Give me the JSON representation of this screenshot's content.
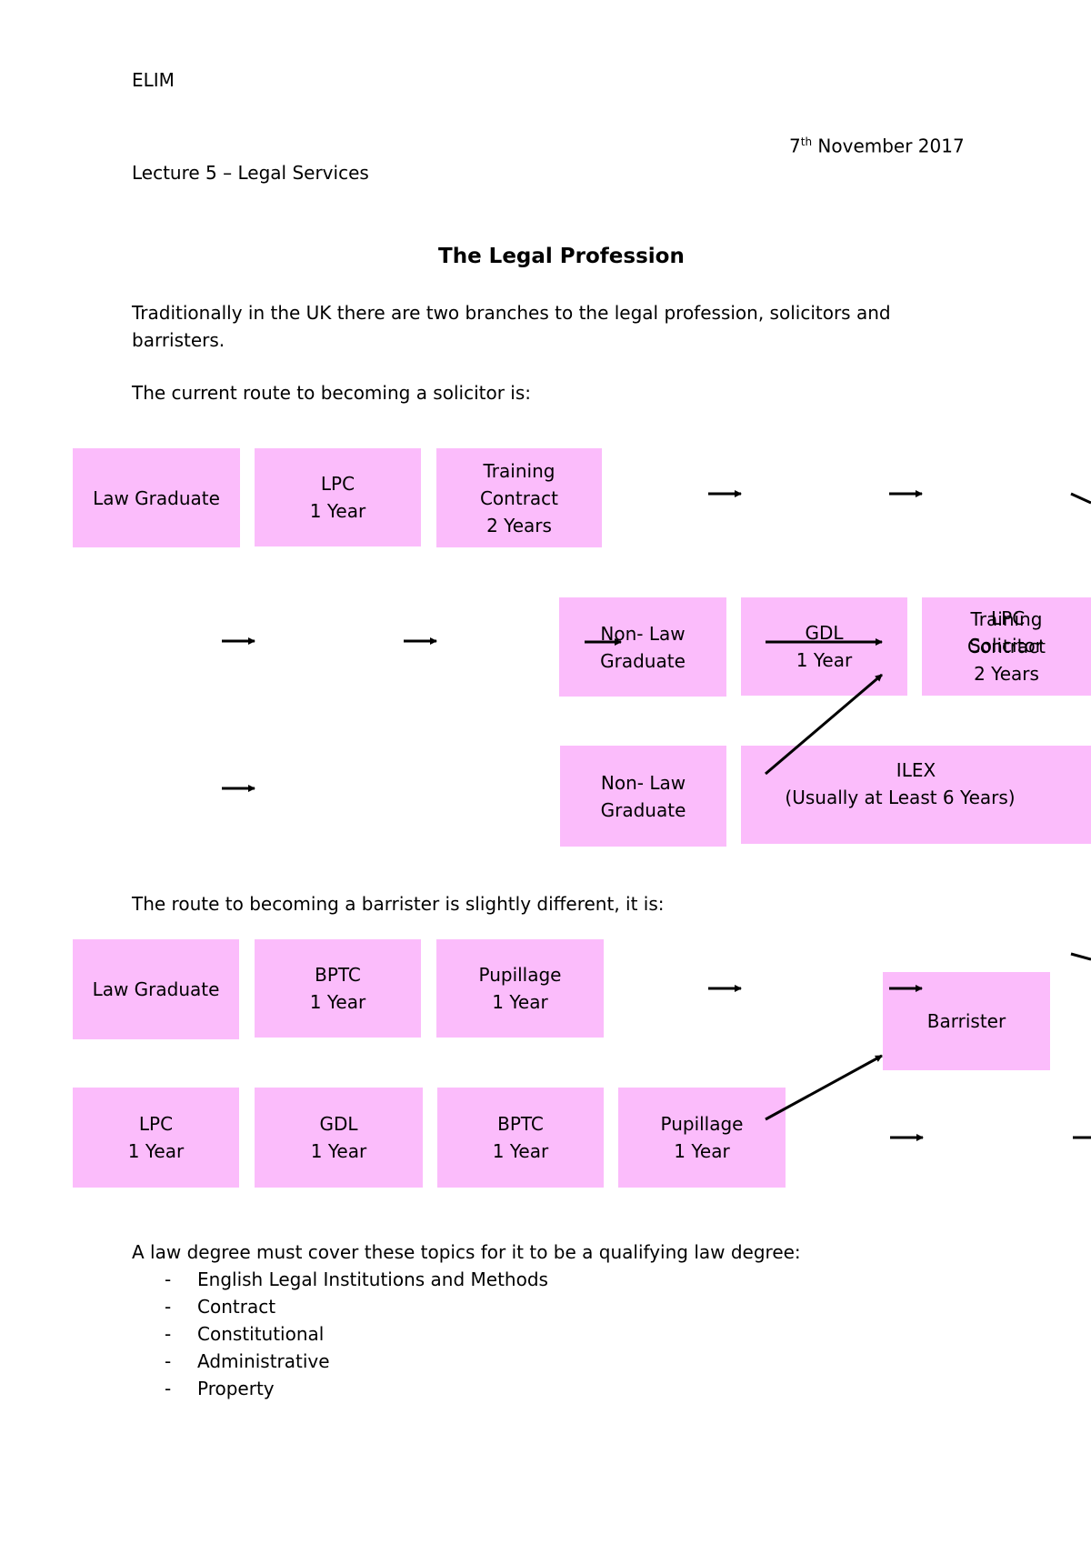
{
  "header": {
    "course": "ELIM",
    "date_day": "7",
    "date_suffix": "th",
    "date_rest": " November 2017",
    "lecture": "Lecture 5 – Legal Services"
  },
  "title": "The Legal Profession",
  "intro": {
    "line1": "Traditionally in the UK there are two branches to the legal profession, solicitors and",
    "line2": "barristers."
  },
  "solicitor_heading": "The current route to becoming a solicitor is:",
  "solicitor_route": {
    "row1": [
      {
        "l1": "Law Graduate",
        "l2": "",
        "l3": ""
      },
      {
        "l1": "LPC",
        "l2": "1 Year",
        "l3": ""
      },
      {
        "l1": "Training",
        "l2": "Contract",
        "l3": "2 Years"
      }
    ],
    "row2": [
      {
        "l1": "Non- Law",
        "l2": "Graduate"
      },
      {
        "l1": "GDL",
        "l2": "1 Year"
      },
      {
        "l1": "Training",
        "l2": "Contract",
        "l3": "2 Years",
        "overlay1": "LPC",
        "overlay2": "Solicitor"
      }
    ],
    "row3": [
      {
        "l1": "Non- Law",
        "l2": "Graduate"
      },
      {
        "l1": "ILEX",
        "l2": "(Usually at Least 6 Years)"
      }
    ]
  },
  "barrister_heading": "The route to becoming a barrister is slightly different, it is:",
  "barrister_route": {
    "row1": [
      {
        "l1": "Law Graduate",
        "l2": ""
      },
      {
        "l1": "BPTC",
        "l2": "1 Year"
      },
      {
        "l1": "Pupillage",
        "l2": "1 Year"
      }
    ],
    "result": "Barrister",
    "row2": [
      {
        "l1": "LPC",
        "l2": "1 Year"
      },
      {
        "l1": "GDL",
        "l2": "1 Year"
      },
      {
        "l1": "BPTC",
        "l2": "1 Year"
      },
      {
        "l1": "Pupillage",
        "l2": "1 Year"
      }
    ]
  },
  "qualifying": {
    "intro": "A law degree must cover these topics for it to be a qualifying law degree:",
    "topics": [
      "English Legal Institutions and Methods",
      "Contract",
      "Constitutional",
      "Administrative",
      "Property"
    ]
  },
  "colors": {
    "box_fill": "#fbbcfb",
    "arrow": "#000000"
  }
}
